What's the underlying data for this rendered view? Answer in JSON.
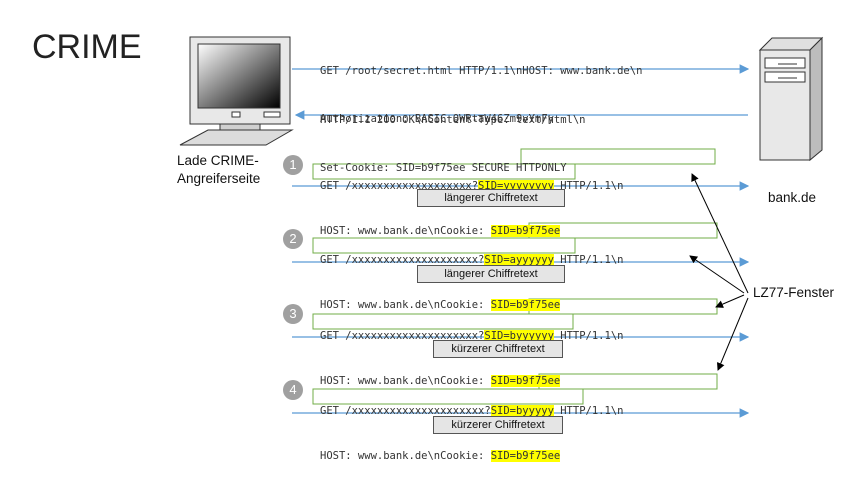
{
  "title": "CRIME",
  "client_label_line1": "Lade CRIME-",
  "client_label_line2": "Angreiferseite",
  "server_label": "bank.de",
  "lz77_label": "LZ77-Fenster",
  "initial_request": {
    "line1": "GET /root/secret.html HTTP/1.1\\nHOST: www.bank.de\\n",
    "line2": "Authorization: BASIC QWRtaW46Zm9vYmFy"
  },
  "initial_response": {
    "line1": "HTTP/1.1 200 OK\\nContent-Type: text/html\\n",
    "line2": "Set-Cookie: SID=b9f75ee SECURE HTTPONLY"
  },
  "attempts": [
    {
      "number": "1",
      "l1_pre": "GET /xxxxxxxxxxxxxxxxxxx?",
      "l1_hl": "SID=yyyyyyyy",
      "l1_post": " HTTP/1.1\\n",
      "l2_pre": "HOST: www.bank.de\\nCookie: ",
      "l2_hl": "SID=b9f75ee",
      "result": "längerer   Chiffretext"
    },
    {
      "number": "2",
      "l1_pre": "GET /xxxxxxxxxxxxxxxxxxxx?",
      "l1_hl": "SID=ayyyyyy",
      "l1_post": " HTTP/1.1\\n",
      "l2_pre": "HOST: www.bank.de\\nCookie: ",
      "l2_hl": "SID=b9f75ee",
      "result": "längerer   Chiffretext"
    },
    {
      "number": "3",
      "l1_pre": "GET /xxxxxxxxxxxxxxxxxxxx?",
      "l1_hl": "SID=byyyyyy",
      "l1_post": " HTTP/1.1\\n",
      "l2_pre": "HOST: www.bank.de\\nCookie: ",
      "l2_hl": "SID=b9f75ee",
      "result": "kürzerer   Chiffretext"
    },
    {
      "number": "4",
      "l1_pre": "GET /xxxxxxxxxxxxxxxxxxxxx?",
      "l1_hl": "SID=byyyyy",
      "l1_post": " HTTP/1.1\\n",
      "l2_pre": "HOST: www.bank.de\\nCookie: ",
      "l2_hl": "SID=b9f75ee",
      "result": "kürzerer   Chiffretext"
    }
  ],
  "colors": {
    "arrow": "#5b9bd5",
    "highlight": "#ffff00",
    "window_box": "#70ad47",
    "step_circle": "#a0a0a0"
  }
}
